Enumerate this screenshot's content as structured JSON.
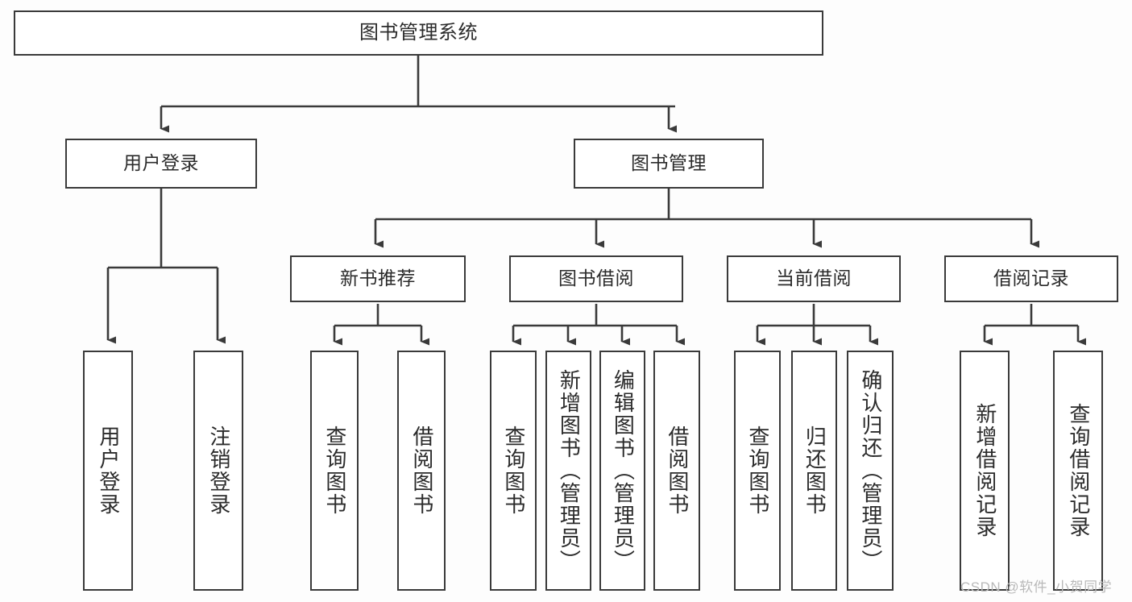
{
  "diagram": {
    "title": "图书管理系统",
    "background_color": "#fdfdfd",
    "line_color": "#3a3a3a",
    "box_fill": "#ffffff",
    "type": "tree-hierarchy-diagram",
    "root": {
      "label": "图书管理系统"
    },
    "level2": [
      {
        "label": "用户登录"
      },
      {
        "label": "图书管理"
      }
    ],
    "level3": [
      {
        "label": "新书推荐"
      },
      {
        "label": "图书借阅"
      },
      {
        "label": "当前借阅"
      },
      {
        "label": "借阅记录"
      }
    ],
    "leaves": {
      "user_login": [
        {
          "label": "用户登录"
        },
        {
          "label": "注销登录"
        }
      ],
      "new_book_recommend": [
        {
          "label": "查询图书"
        },
        {
          "label": "借阅图书"
        }
      ],
      "book_borrow": [
        {
          "label": "查询图书"
        },
        {
          "label": "新增图书（管理员）"
        },
        {
          "label": "编辑图书（管理员）"
        },
        {
          "label": "借阅图书"
        }
      ],
      "current_borrow": [
        {
          "label": "查询图书"
        },
        {
          "label": "归还图书"
        },
        {
          "label": "确认归还（管理员）"
        }
      ],
      "borrow_record": [
        {
          "label": "新增借阅记录"
        },
        {
          "label": "查询借阅记录"
        }
      ]
    },
    "watermark": "CSDN @软件_小贺同学"
  }
}
